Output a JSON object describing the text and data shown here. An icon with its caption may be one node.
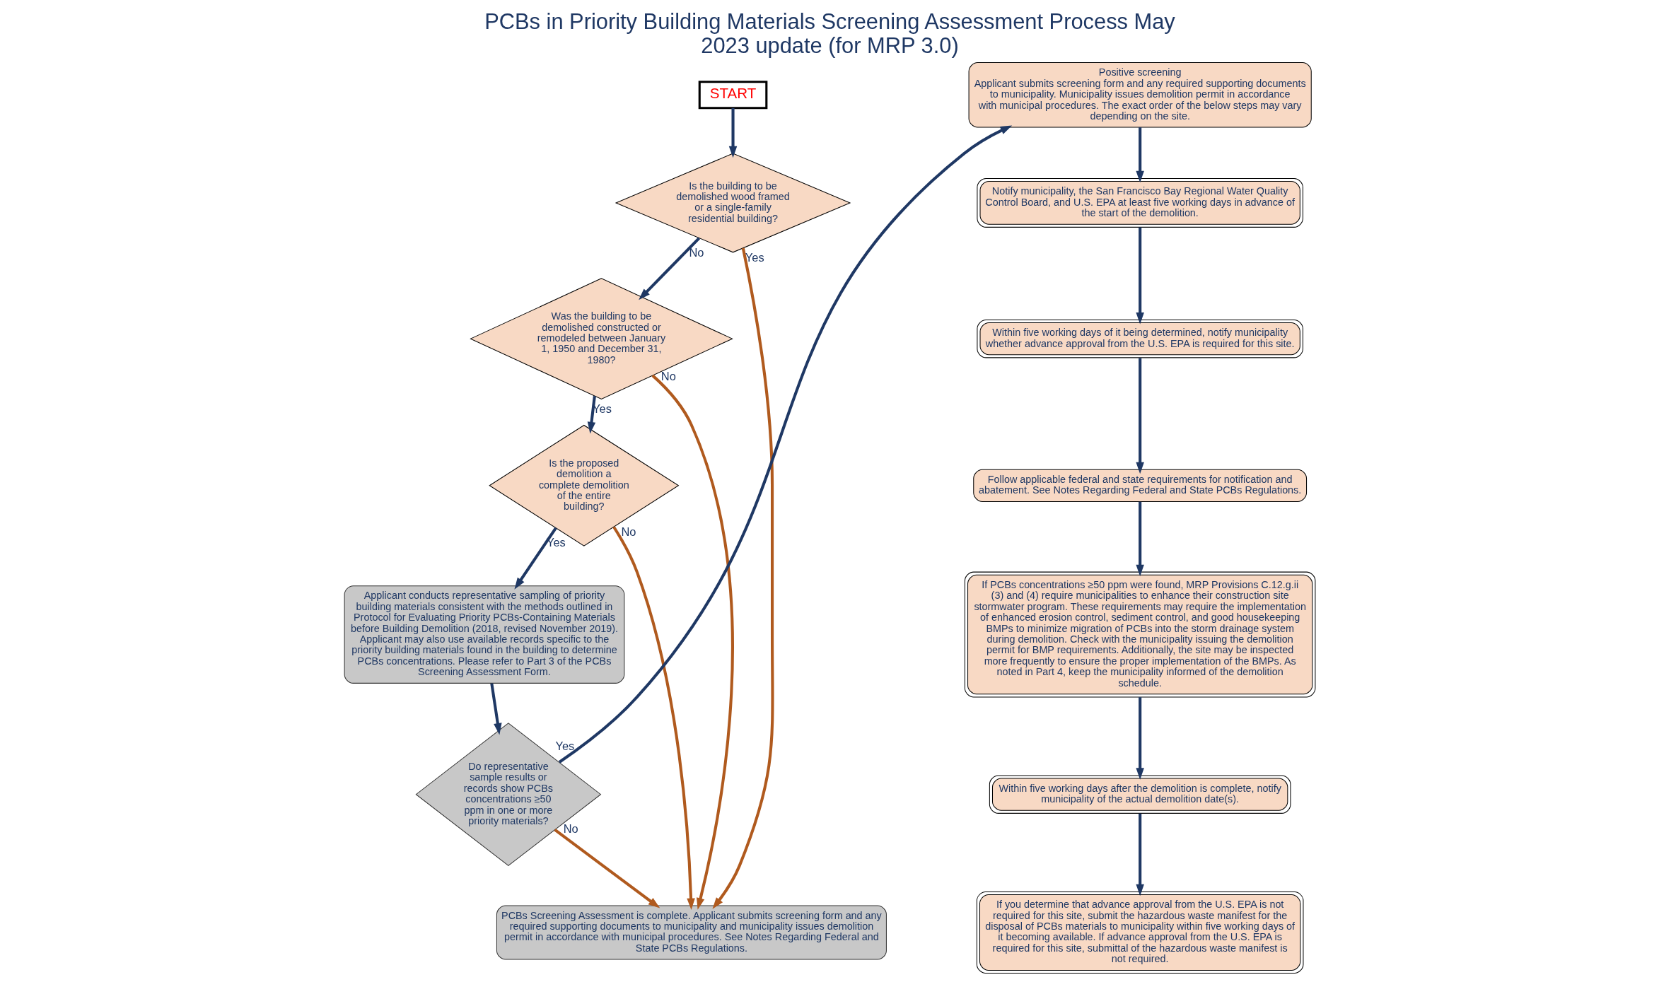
{
  "diagram": {
    "title": "PCBs in Priority Building Materials Screening Assessment Process May 2023 update (for MRP 3.0)",
    "nodes": [
      {
        "text": [
          "START"
        ]
      },
      {
        "text": [
          "Is the building to be demolished wood framed or a single-family residential building?"
        ]
      },
      {
        "text": [
          "Was the building to be demolished constructed or remodeled between January 1, 1950 and December 31, 1980?"
        ]
      },
      {
        "text": [
          "Is the proposed demolition a complete demolition of the entire building?"
        ]
      },
      {
        "text": [
          "Applicant conducts representative sampling of priority building materials consistent with the methods outlined in Protocol for Evaluating Priority PCBs-Containing Materials before Building Demolition (2018, revised November 2019). Applicant may also use available records specific to the priority building materials found in the building to determine PCBs concentrations. Please refer to Part 3 of the PCBs Screening Assessment Form."
        ]
      },
      {
        "text": [
          "Do representative sample results or records show PCBs concentrations ≥50 ppm in one or more priority materials?"
        ]
      },
      {
        "text": [
          "PCBs Screening Assessment is complete. Applicant submits screening form and any required supporting documents to municipality and municipality issues demolition permit in accordance with municipal procedures. See Notes Regarding Federal and State PCBs Regulations."
        ]
      },
      {
        "text": [
          "Positive screening",
          "Applicant submits screening form and any required supporting documents to municipality. Municipality issues demolition permit in accordance with municipal procedures. The exact order of the below steps may vary depending on the site."
        ]
      },
      {
        "text": [
          "Notify municipality, the San Francisco Bay Regional Water Quality Control Board, and U.S. EPA at least five working days in advance of the start of the demolition."
        ]
      },
      {
        "text": [
          "Within five working days of it being determined, notify municipality whether advance approval from the U.S. EPA is required for this site."
        ]
      },
      {
        "text": [
          "Follow applicable federal and state requirements for notification and abatement. See Notes Regarding Federal and State PCBs Regulations."
        ]
      },
      {
        "text": [
          "If PCBs concentrations ≥50 ppm were found, MRP Provisions C.12.g.ii (3) and (4) require municipalities to enhance their construction site stormwater program. These requirements may require the implementation of enhanced erosion control, sediment control, and good housekeeping BMPs to minimize migration of PCBs into the storm drainage system during demolition. Check with the municipality issuing the demolition permit for BMP requirements. Additionally, the site may be inspected more frequently to ensure the proper implementation of the BMPs. As noted in Part 4, keep the municipality informed of the demolition schedule."
        ]
      },
      {
        "text": [
          "Within five working days after the demolition is complete, notify municipality of the actual demolition date(s)."
        ]
      },
      {
        "text": [
          "If you determine that advance approval from the U.S. EPA is not required for this site, submit the hazardous waste manifest for the disposal of PCBs materials to municipality within five working days of it becoming available. If advance approval from the U.S. EPA is required for this site, submittal of the hazardous waste manifest is not required."
        ]
      }
    ],
    "edges": [
      {
        "from": 0,
        "to": 1,
        "arrow": "to"
      },
      {
        "from": 1,
        "to": 6,
        "arrow": "to",
        "label": "Yes",
        "color": "#b05a1e"
      },
      {
        "from": 1,
        "to": 2,
        "arrow": "to",
        "label": "No"
      },
      {
        "from": 2,
        "to": 6,
        "arrow": "to",
        "label": "No",
        "color": "#b05a1e"
      },
      {
        "from": 2,
        "to": 3,
        "arrow": "to",
        "label": "Yes"
      },
      {
        "from": 3,
        "to": 6,
        "arrow": "to",
        "label": "No",
        "color": "#b05a1e"
      },
      {
        "from": 3,
        "to": 4,
        "arrow": "to",
        "label": "Yes"
      },
      {
        "from": 4,
        "to": 5,
        "arrow": "to"
      },
      {
        "from": 5,
        "to": 6,
        "arrow": "to",
        "label": "No",
        "color": "#b05a1e"
      },
      {
        "from": 5,
        "to": 7,
        "arrow": "to",
        "label": "Yes"
      },
      {
        "from": 7,
        "to": 8,
        "arrow": "to"
      },
      {
        "from": 8,
        "to": 9,
        "arrow": "to"
      },
      {
        "from": 9,
        "to": 10,
        "arrow": "to"
      },
      {
        "from": 10,
        "to": 11,
        "arrow": "to"
      },
      {
        "from": 11,
        "to": 12,
        "arrow": "to"
      },
      {
        "from": 12,
        "to": 13,
        "arrow": "to"
      }
    ]
  }
}
